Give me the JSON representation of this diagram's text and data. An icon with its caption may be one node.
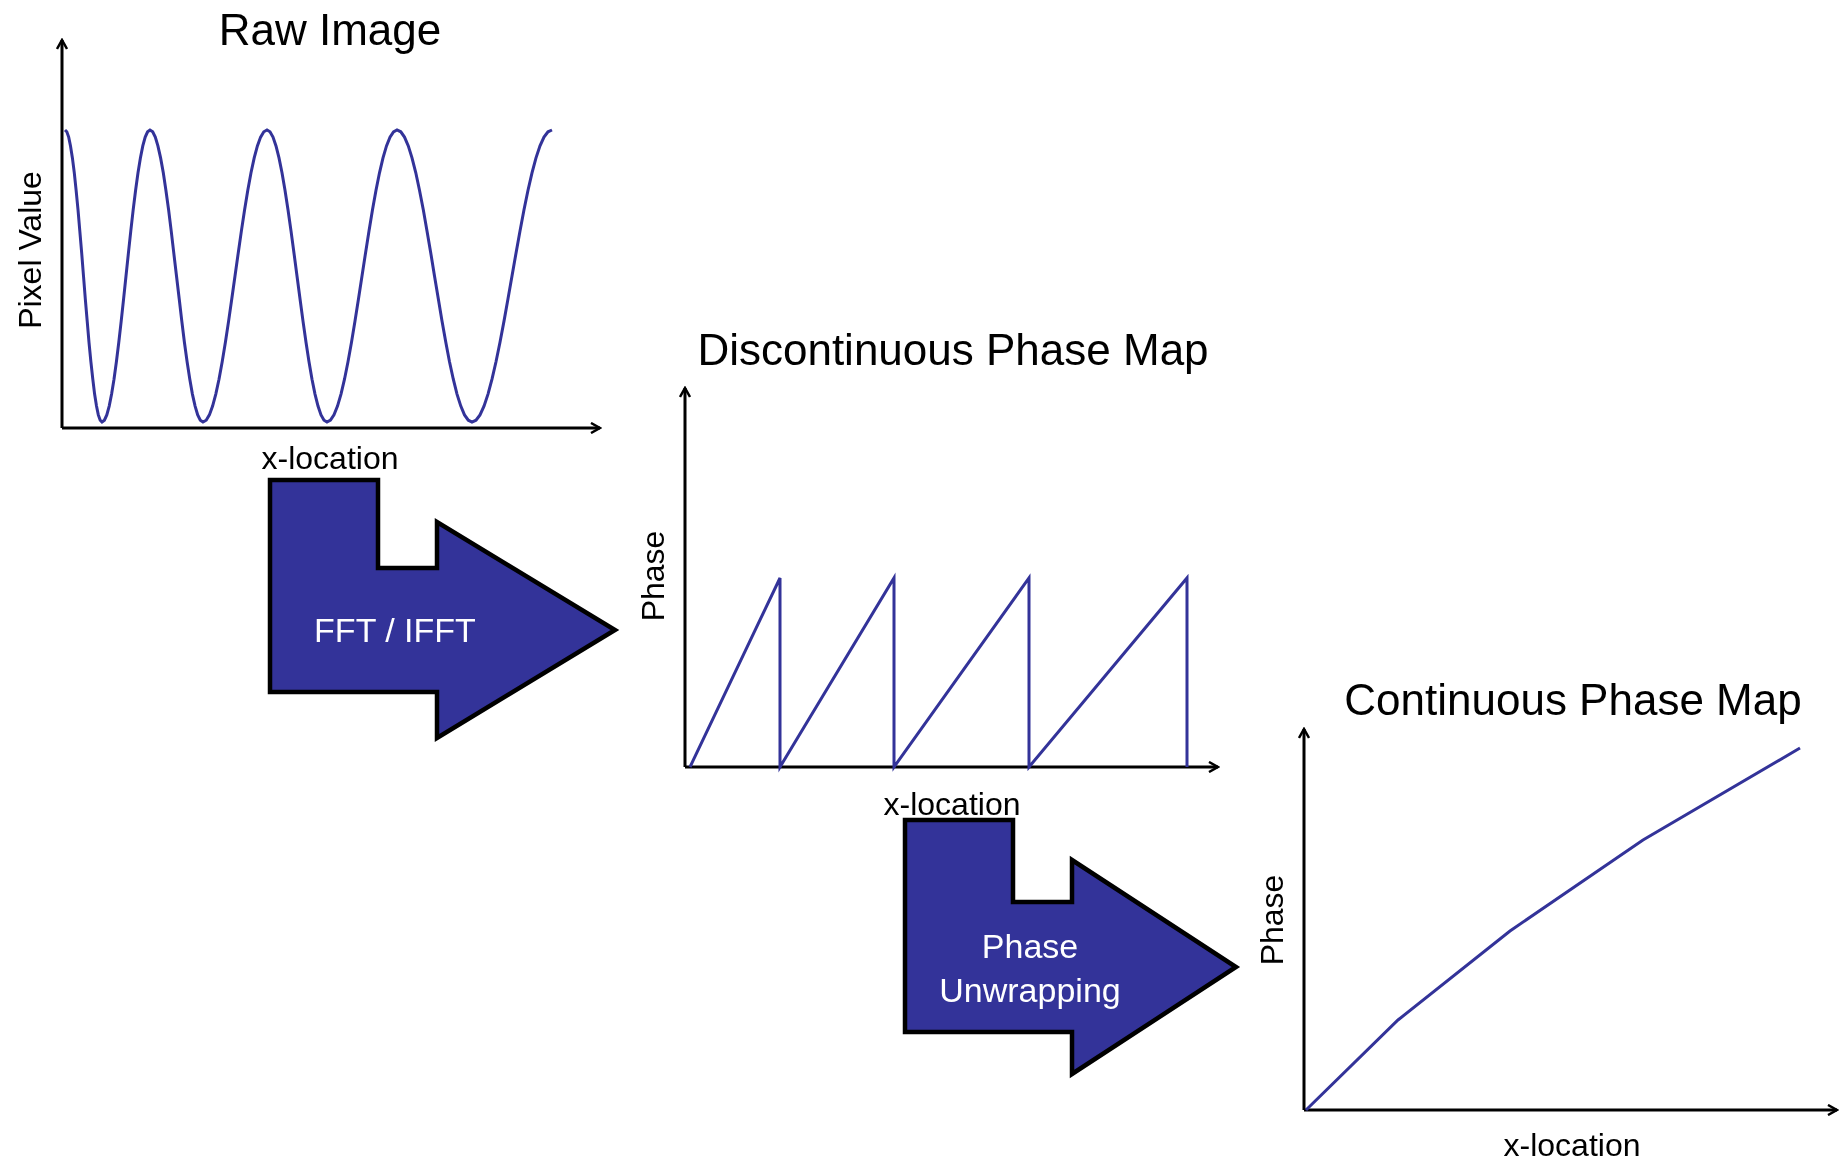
{
  "diagram": {
    "nodes": [
      {
        "text": [
          "Raw Image"
        ]
      },
      {
        "text": [
          "Discontinuous Phase Map"
        ]
      },
      {
        "text": [
          "Continuous Phase Map"
        ]
      }
    ],
    "edges": [
      {
        "from": 0,
        "to": 1,
        "arrow": "to",
        "label": "FFT / IFFT"
      },
      {
        "from": 1,
        "to": 2,
        "arrow": "to",
        "label": "Phase Unwrapping"
      }
    ],
    "labels": [
      "Pixel Value",
      "x-location",
      "Phase",
      "x-location",
      "Phase",
      "x-location"
    ]
  }
}
